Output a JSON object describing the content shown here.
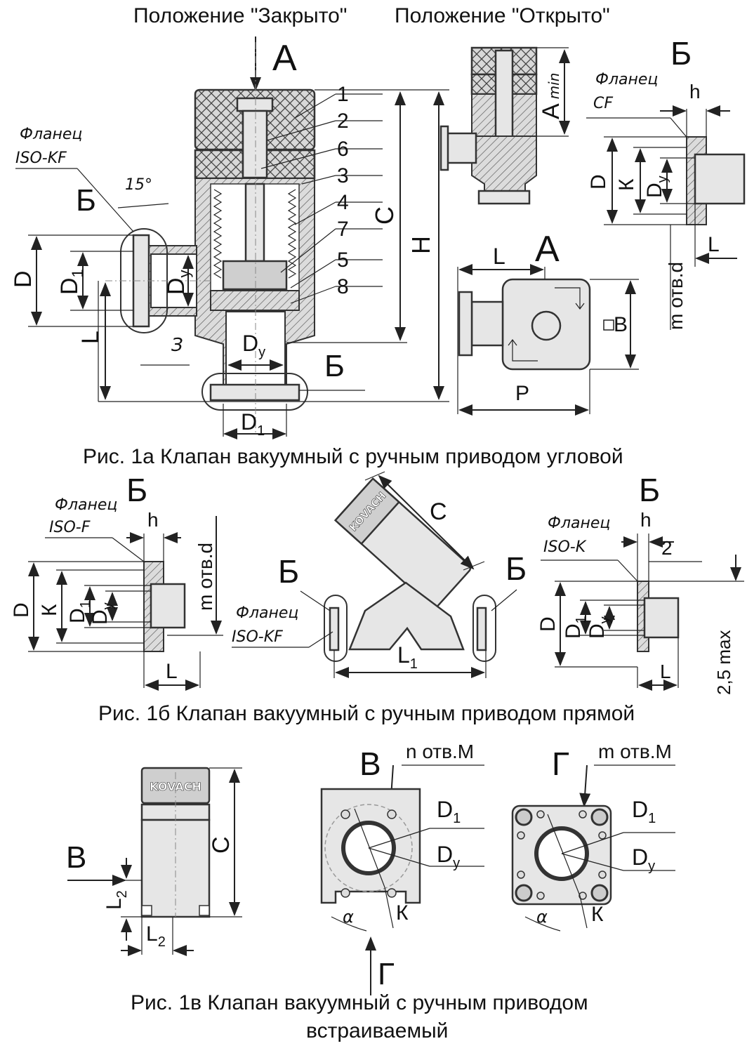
{
  "header": {
    "closed_label": "Положение \"Закрыто\"",
    "open_label": "Положение \"Открыто\""
  },
  "fig1a": {
    "caption": "Рис. 1а Клапан вакуумный с ручным приводом угловой",
    "view_a": "А",
    "view_b": "Б",
    "flange_iso_kf": [
      "Фланец",
      "ISO-KF"
    ],
    "flange_cf": [
      "Фланец",
      "CF"
    ],
    "angle": "15°",
    "part_numbers": [
      "1",
      "2",
      "6",
      "3",
      "4",
      "7",
      "5",
      "8"
    ],
    "dims": {
      "D": "D",
      "D1": "D",
      "D1_sub": "1",
      "Dy": "D",
      "Dy_sub": "y",
      "L": "L",
      "z": "З",
      "C": "С",
      "H": "Н",
      "A": "А",
      "A_min": "min",
      "h": "h",
      "K": "К",
      "m_otv": "m отв.d",
      "P": "P",
      "B": "В",
      "L_top": "L"
    }
  },
  "fig1b": {
    "caption": "Рис. 1б Клапан вакуумный с ручным приводом прямой",
    "view_b": "Б",
    "flange_iso_f": [
      "Фланец",
      "ISO-F"
    ],
    "flange_iso_kf": [
      "Фланец",
      "ISO-KF"
    ],
    "flange_iso_k": [
      "Фланец",
      "ISO-K"
    ],
    "brand": "KOVACH",
    "dims": {
      "h": "h",
      "D": "D",
      "K": "К",
      "D1": "D",
      "D1_sub": "1",
      "Dy": "D",
      "Dy_sub": "y",
      "m_otv": "m отв.d",
      "L": "L",
      "C": "С",
      "L1": "L",
      "L1_sub": "1",
      "two": "2",
      "max": "2,5 max"
    }
  },
  "fig1v": {
    "caption_line1": "Рис. 1в Клапан вакуумный с ручным приводом",
    "caption_line2": "встраиваемый",
    "brand": "KOVACH",
    "view_v": "В",
    "view_g": "Г",
    "n_otv": "n отв.M",
    "m_otv": "m отв.M",
    "dims": {
      "C": "С",
      "L2": "L",
      "L2_sub": "2",
      "D1": "D",
      "D1_sub": "1",
      "Dy": "D",
      "Dy_sub": "y",
      "K": "К",
      "a": "α"
    }
  }
}
